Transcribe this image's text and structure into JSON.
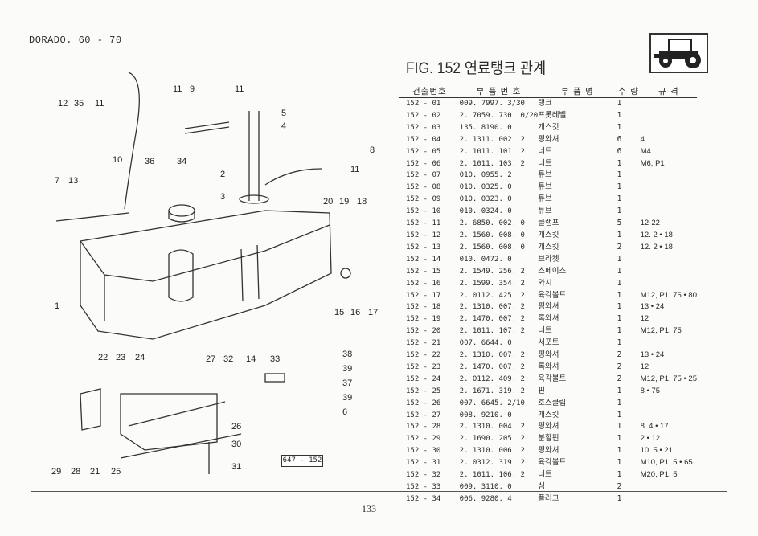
{
  "header": {
    "model": "DORADO. 60 - 70",
    "fig_title": "FIG. 152 연료탱크 관계",
    "reference_code": "647 - 152",
    "page_number": "133"
  },
  "table": {
    "columns": [
      "건출번호",
      "부 품 번 호",
      "부 품 명",
      "수 량",
      "규 격"
    ],
    "rows": [
      {
        "no": "152 - 01",
        "part_no": "009. 7997. 3/30",
        "name": "탱크",
        "qty": "1",
        "spec": ""
      },
      {
        "no": "152 - 02",
        "part_no": "2. 7059. 730. 0/20",
        "name": "프롯레벨",
        "qty": "1",
        "spec": ""
      },
      {
        "no": "152 - 03",
        "part_no": "135. 8190. 0",
        "name": "개스킷",
        "qty": "1",
        "spec": ""
      },
      {
        "no": "152 - 04",
        "part_no": "2. 1311. 002. 2",
        "name": "평와셔",
        "qty": "6",
        "spec": "4"
      },
      {
        "no": "152 - 05",
        "part_no": "2. 1011. 101. 2",
        "name": "너트",
        "qty": "6",
        "spec": "M4"
      },
      {
        "no": "152 - 06",
        "part_no": "2. 1011. 103. 2",
        "name": "너트",
        "qty": "1",
        "spec": "M6, P1"
      },
      {
        "no": "152 - 07",
        "part_no": "010. 0955. 2",
        "name": "튜브",
        "qty": "1",
        "spec": ""
      },
      {
        "no": "152 - 08",
        "part_no": "010. 0325. 0",
        "name": "튜브",
        "qty": "1",
        "spec": ""
      },
      {
        "no": "152 - 09",
        "part_no": "010. 0323. 0",
        "name": "튜브",
        "qty": "1",
        "spec": ""
      },
      {
        "no": "152 - 10",
        "part_no": "010. 0324. 0",
        "name": "튜브",
        "qty": "1",
        "spec": ""
      },
      {
        "no": "152 - 11",
        "part_no": "2. 6850. 002. 0",
        "name": "클램프",
        "qty": "5",
        "spec": "12-22"
      },
      {
        "no": "152 - 12",
        "part_no": "2. 1560. 008. 0",
        "name": "개스킷",
        "qty": "1",
        "spec": "12. 2 • 18"
      },
      {
        "no": "152 - 13",
        "part_no": "2. 1560. 008. 0",
        "name": "개스킷",
        "qty": "2",
        "spec": "12. 2 • 18"
      },
      {
        "no": "152 - 14",
        "part_no": "010. 0472. 0",
        "name": "브라켓",
        "qty": "1",
        "spec": ""
      },
      {
        "no": "152 - 15",
        "part_no": "2. 1549. 256. 2",
        "name": "스페이스",
        "qty": "1",
        "spec": ""
      },
      {
        "no": "152 - 16",
        "part_no": "2. 1599. 354. 2",
        "name": "와시",
        "qty": "1",
        "spec": ""
      },
      {
        "no": "152 - 17",
        "part_no": "2. 0112. 425. 2",
        "name": "육각볼트",
        "qty": "1",
        "spec": "M12, P1. 75 • 80"
      },
      {
        "no": "152 - 18",
        "part_no": "2. 1310. 007. 2",
        "name": "평와셔",
        "qty": "1",
        "spec": "13 • 24"
      },
      {
        "no": "152 - 19",
        "part_no": "2. 1470. 007. 2",
        "name": "록와셔",
        "qty": "1",
        "spec": "12"
      },
      {
        "no": "152 - 20",
        "part_no": "2. 1011. 107. 2",
        "name": "너트",
        "qty": "1",
        "spec": "M12, P1. 75"
      },
      {
        "no": "152 - 21",
        "part_no": "007. 6644. 0",
        "name": "서포트",
        "qty": "1",
        "spec": ""
      },
      {
        "no": "152 - 22",
        "part_no": "2. 1310. 007. 2",
        "name": "평와셔",
        "qty": "2",
        "spec": "13 • 24"
      },
      {
        "no": "152 - 23",
        "part_no": "2. 1470. 007. 2",
        "name": "록와셔",
        "qty": "2",
        "spec": "12"
      },
      {
        "no": "152 - 24",
        "part_no": "2. 0112. 409. 2",
        "name": "육각볼트",
        "qty": "2",
        "spec": "M12, P1. 75 • 25"
      },
      {
        "no": "152 - 25",
        "part_no": "2. 1671. 319. 2",
        "name": "핀",
        "qty": "1",
        "spec": "8 • 75"
      },
      {
        "no": "152 - 26",
        "part_no": "007. 6645. 2/10",
        "name": "호스클립",
        "qty": "1",
        "spec": ""
      },
      {
        "no": "152 - 27",
        "part_no": "008. 9210. 0",
        "name": "개스킷",
        "qty": "1",
        "spec": ""
      },
      {
        "no": "152 - 28",
        "part_no": "2. 1310. 004. 2",
        "name": "평와셔",
        "qty": "1",
        "spec": "8. 4 • 17"
      },
      {
        "no": "152 - 29",
        "part_no": "2. 1690. 205. 2",
        "name": "분할핀",
        "qty": "1",
        "spec": "2 • 12"
      },
      {
        "no": "152 - 30",
        "part_no": "2. 1310. 006. 2",
        "name": "평와셔",
        "qty": "1",
        "spec": "10. 5 • 21"
      },
      {
        "no": "152 - 31",
        "part_no": "2. 0312. 319. 2",
        "name": "육각볼트",
        "qty": "1",
        "spec": "M10, P1. 5 • 65"
      },
      {
        "no": "152 - 32",
        "part_no": "2. 1011. 106. 2",
        "name": "너트",
        "qty": "1",
        "spec": "M20, P1. 5"
      },
      {
        "no": "152 - 33",
        "part_no": "009. 3110. 0",
        "name": "심",
        "qty": "2",
        "spec": ""
      },
      {
        "no": "152 - 34",
        "part_no": "006. 9280. 4",
        "name": "플러그",
        "qty": "1",
        "spec": ""
      }
    ]
  },
  "diagram": {
    "callouts": [
      "12",
      "35",
      "11",
      "11",
      "9",
      "11",
      "5",
      "4",
      "8",
      "10",
      "36",
      "34",
      "7",
      "13",
      "2",
      "11",
      "3",
      "20",
      "19",
      "18",
      "1",
      "15",
      "16",
      "17",
      "22",
      "23",
      "24",
      "27",
      "32",
      "14",
      "33",
      "38",
      "39",
      "37",
      "39",
      "6",
      "26",
      "30",
      "31",
      "29",
      "28",
      "21",
      "25"
    ]
  }
}
